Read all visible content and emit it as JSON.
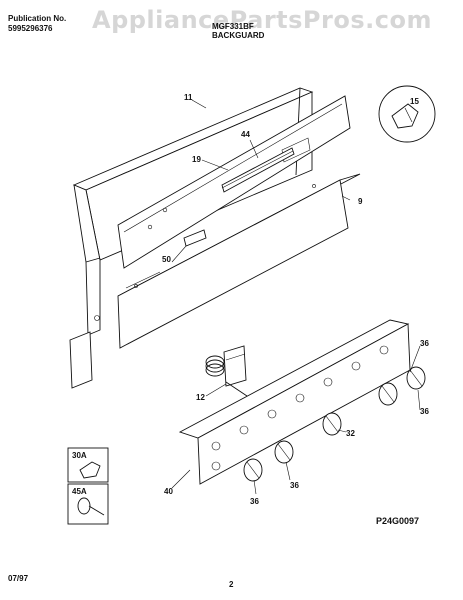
{
  "header": {
    "publication_label": "Publication No.",
    "publication_number": "5995296376",
    "model": "MGF331BF",
    "section": "BACKGUARD",
    "watermark": "AppliancePartsPros.com"
  },
  "footer": {
    "date": "07/97",
    "page": "2",
    "figure_code": "P24G0097"
  },
  "callouts": {
    "c11": "11",
    "c44": "44",
    "c19": "19",
    "c15": "15",
    "c9": "9",
    "c50": "50",
    "c12": "12",
    "c36a": "36",
    "c36b": "36",
    "c36c": "36",
    "c36d": "36",
    "c32": "32",
    "c40": "40",
    "c30a": "30A",
    "c45a": "45A"
  }
}
